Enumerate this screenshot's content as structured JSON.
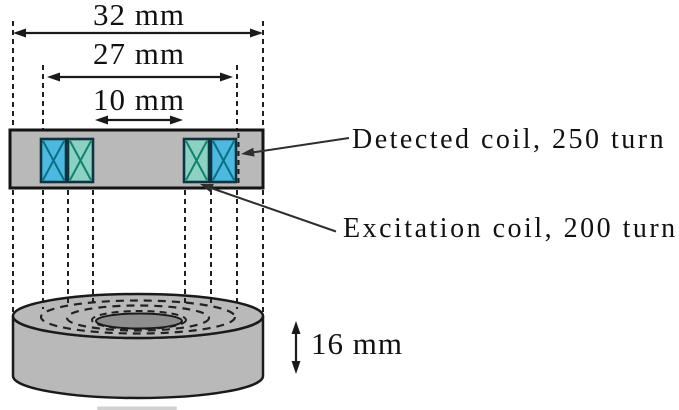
{
  "diagram": {
    "description": "Ring core with excitation and detected coils, dimensional drawing",
    "dimension_labels": {
      "outer_diameter": "32 mm",
      "coil_span_diameter": "27 mm",
      "inner_diameter": "10 mm",
      "core_height": "16 mm"
    },
    "callouts": {
      "detected_coil": "Detected coil, 250 turn",
      "excitation_coil": "Excitation coil, 200 turn"
    },
    "colors": {
      "core_gray": "#b9b9b9",
      "hole_gray": "#8e8e8e",
      "detected_coil_blue": "#4db9e0",
      "excitation_coil_teal": "#8dd1c3",
      "outline_black": "#1a1a1a"
    }
  }
}
